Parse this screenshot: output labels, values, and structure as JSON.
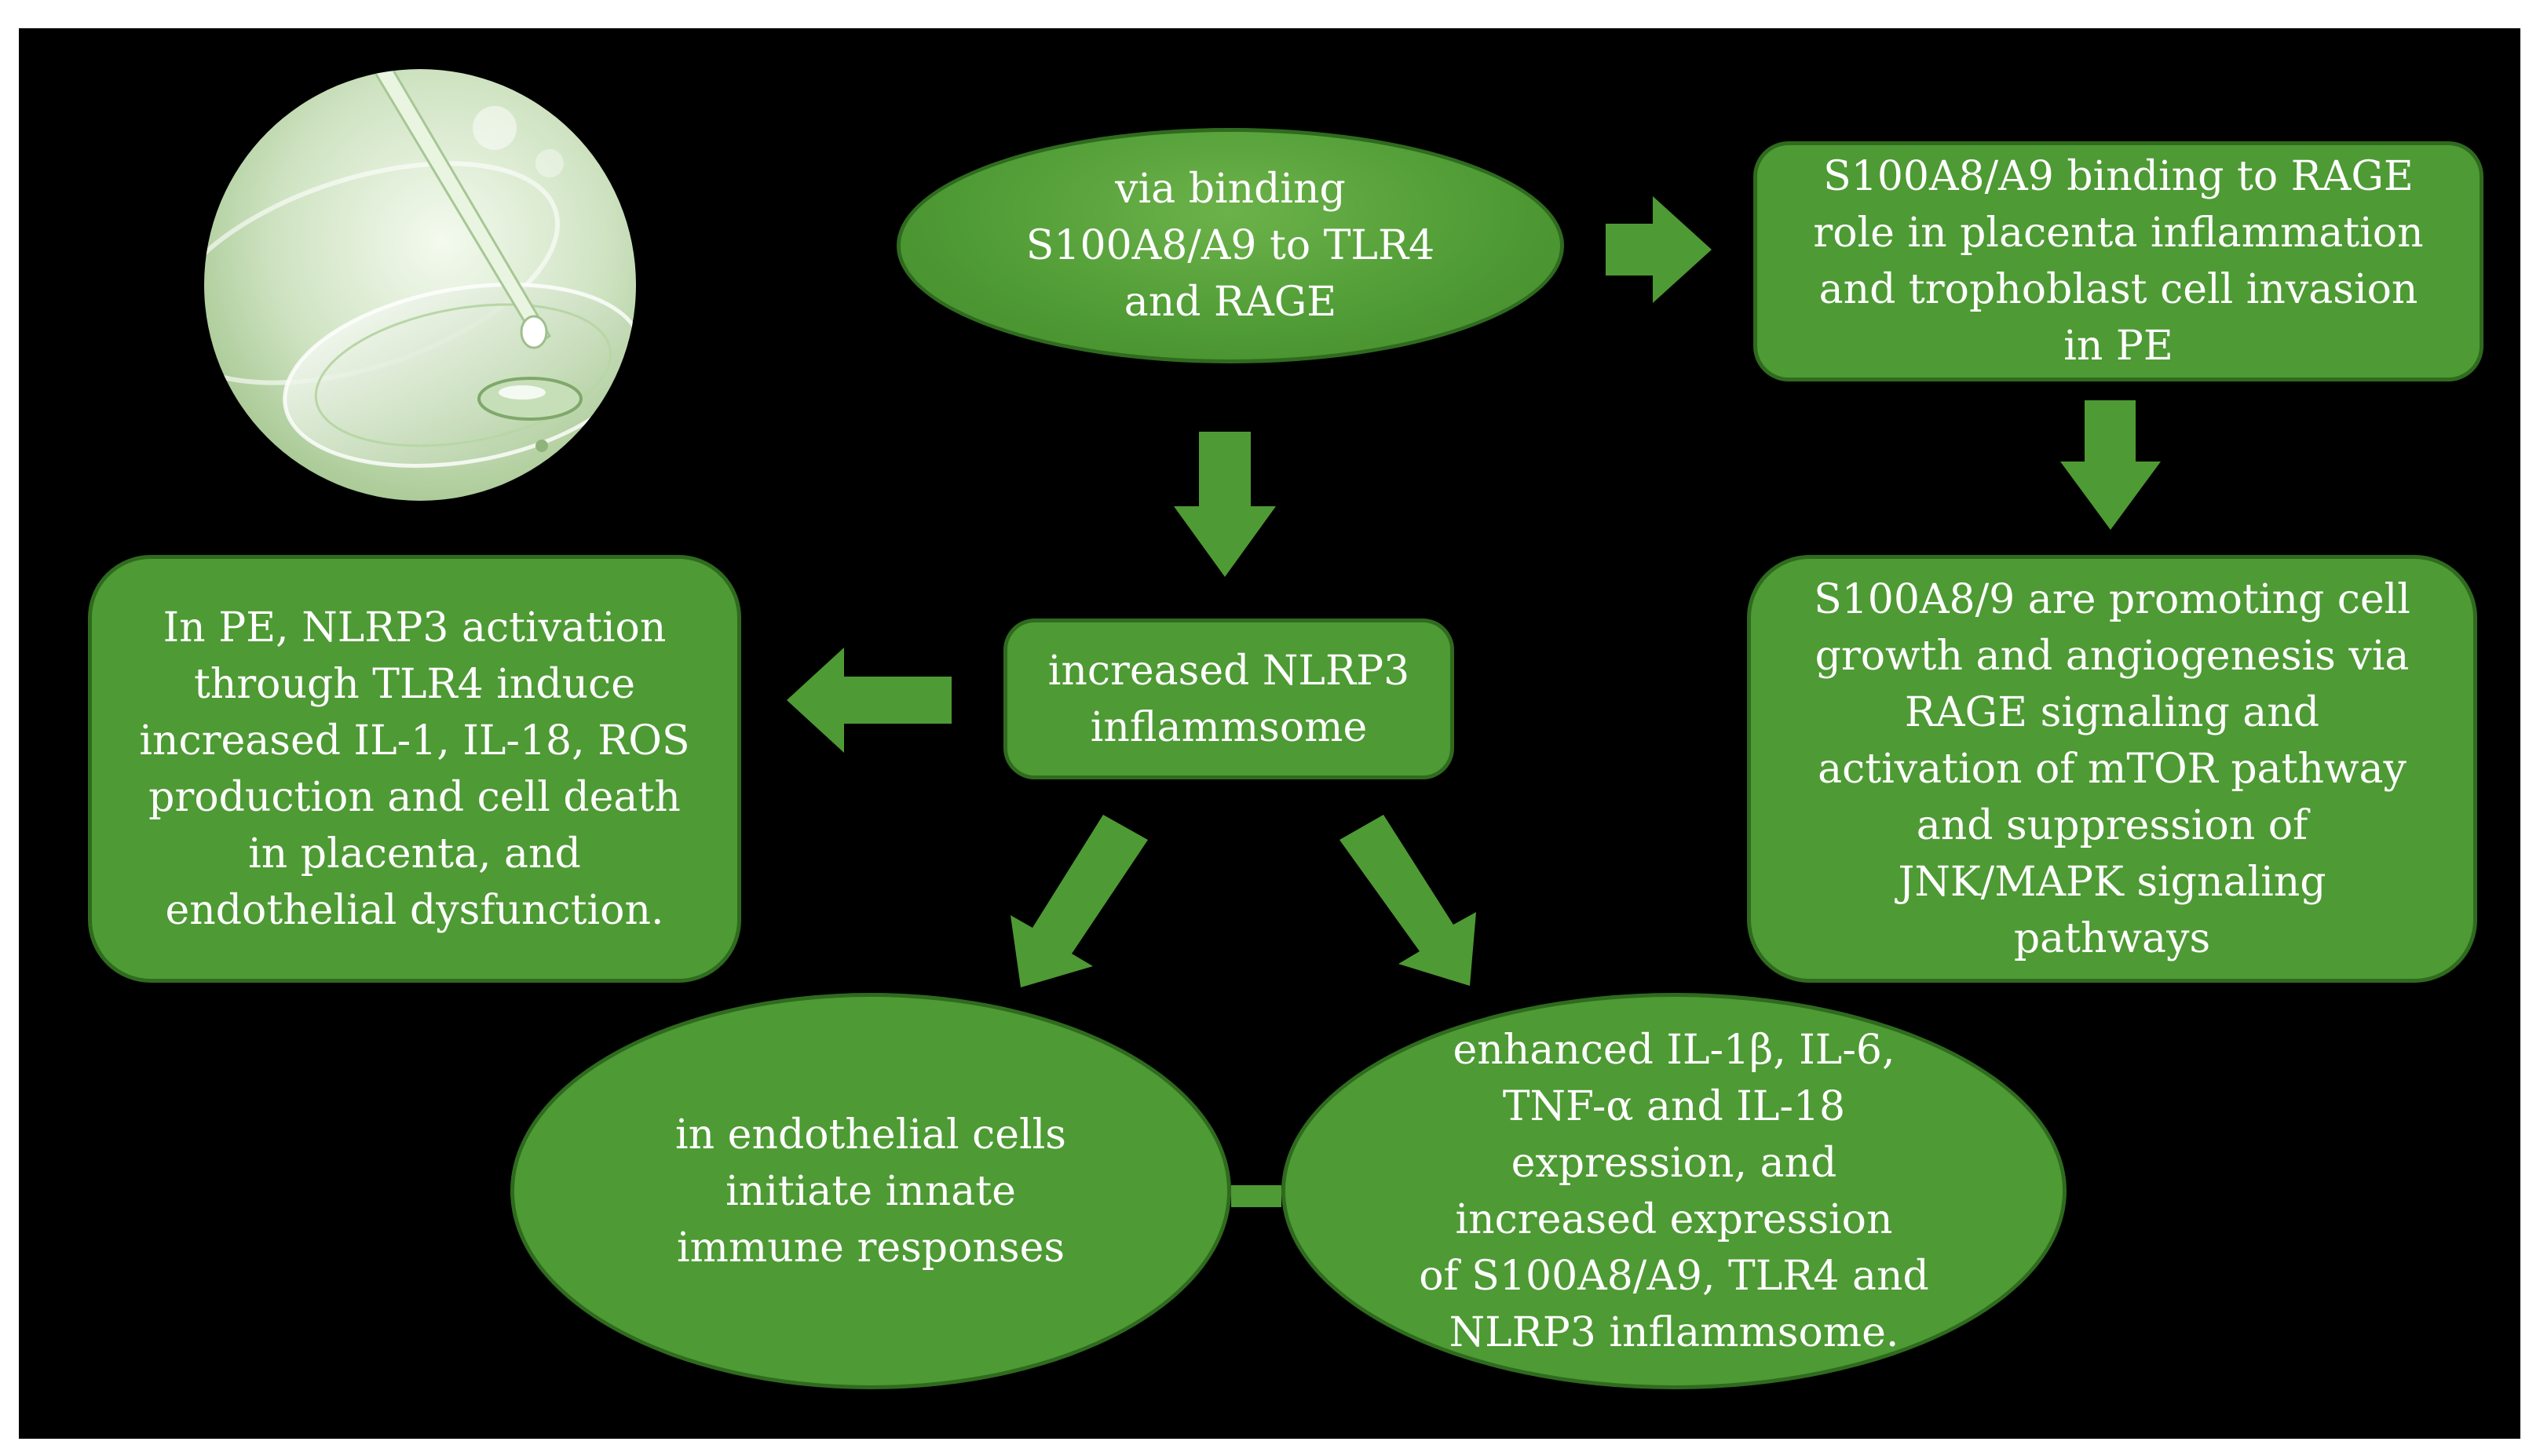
{
  "colors": {
    "background": "#000000",
    "box_fill": "#4e9a34",
    "box_border": "#2f6b1e",
    "text": "#ffffff"
  },
  "nodes": {
    "top_center": "via binding\nS100A8/A9 to TLR4\nand RAGE",
    "top_right": "S100A8/A9 binding to RAGE\nrole in placenta inflammation\nand trophoblast cell invasion\nin PE",
    "center": "increased NLRP3\ninflammsome",
    "left": "In PE, NLRP3 activation\nthrough TLR4 induce\nincreased IL-1, IL-18, ROS\nproduction and cell death\nin placenta, and\nendothelial dysfunction.",
    "right": "S100A8/9 are promoting cell\ngrowth and angiogenesis via\nRAGE signaling and\nactivation of mTOR pathway\nand suppression of\nJNK/MAPK signaling\npathways",
    "bottom_left": "in endothelial cells\ninitiate innate\nimmune responses",
    "bottom_right": "enhanced IL-1β, IL-6,\nTNF-α and IL-18\nexpression, and\nincreased expression\nof S100A8/A9, TLR4 and\nNLRP3 inflammsome."
  },
  "decor": {
    "photo_icon": "pipette-petri-dish-icon"
  }
}
